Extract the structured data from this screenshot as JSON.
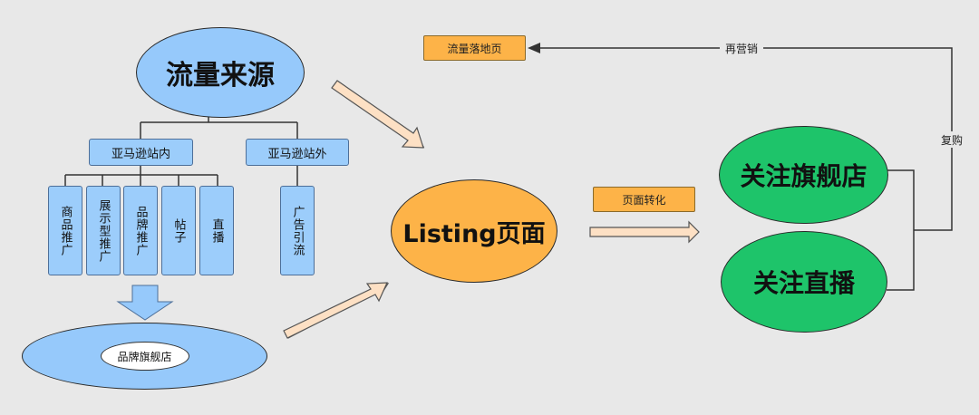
{
  "nodes": {
    "traffic_source": "流量来源",
    "amazon_internal": "亚马逊站内",
    "amazon_external": "亚马逊站外",
    "internal_items": [
      "商品推广",
      "展示型推广",
      "品牌推广",
      "帖子",
      "直播"
    ],
    "external_item": "广告引流",
    "brand_store_outer": "",
    "brand_store": "品牌旗舰店",
    "listing_page": "Listing页面",
    "follow_store": "关注旗舰店",
    "follow_live": "关注直播",
    "landing_page": "流量落地页"
  },
  "edge_labels": {
    "conversion": "页面转化",
    "remarketing": "再营销",
    "repurchase": "复购"
  },
  "colors": {
    "blue": "#96c9fb",
    "orange": "#fdb348",
    "green": "#1ec46a",
    "arrow_fill": "#fde0c4",
    "background": "#e8e8e8"
  }
}
